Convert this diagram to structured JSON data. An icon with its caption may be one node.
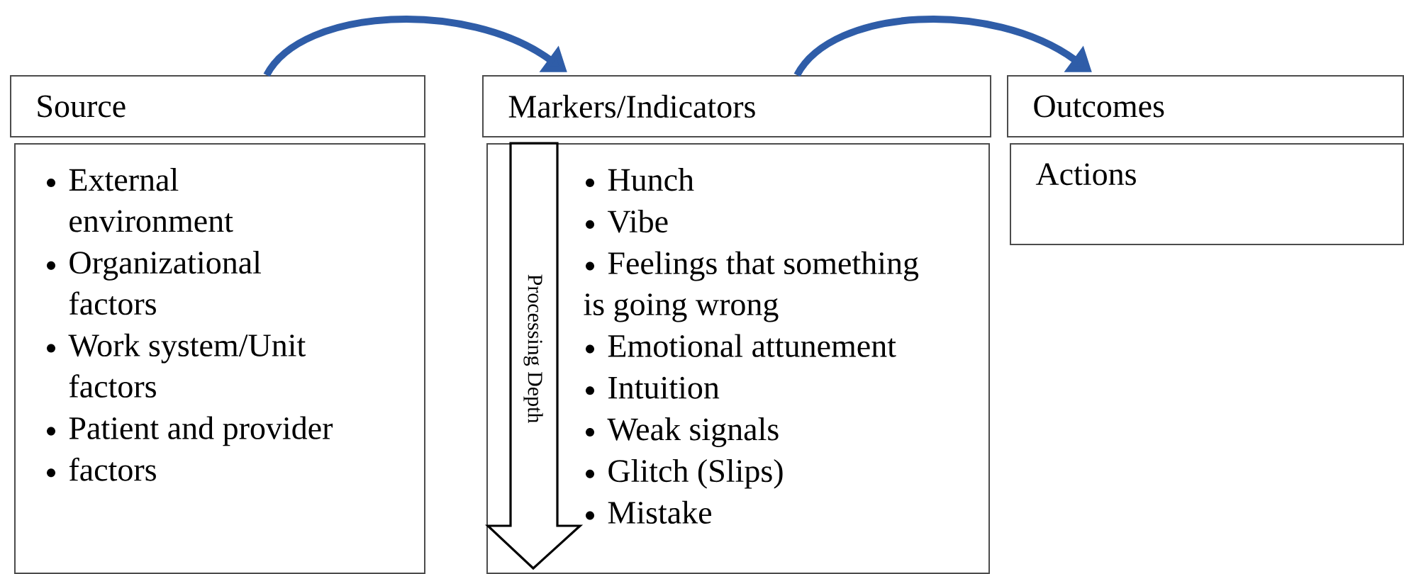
{
  "diagram": {
    "nodes": [
      {
        "text": [
          "Source"
        ]
      },
      {
        "text": [
          "External environment",
          "Organizational factors",
          "Work system/Unit factors",
          "Patient and provider",
          "factors"
        ]
      },
      {
        "text": [
          "Markers/Indicators"
        ]
      },
      {
        "text": [
          "Hunch",
          "Vibe",
          "Feelings that something is going wrong",
          "Emotional attunement",
          "Intuition",
          "Weak signals",
          "Glitch (Slips)",
          "Mistake"
        ]
      },
      {
        "text": [
          "Processing Depth"
        ],
        "in": 3
      },
      {
        "text": [
          "Outcomes"
        ]
      },
      {
        "text": [
          "Actions"
        ]
      }
    ],
    "edges": [
      {
        "from": 0,
        "to": 2,
        "arrow": "to"
      },
      {
        "from": 2,
        "to": 5,
        "arrow": "to"
      }
    ]
  }
}
